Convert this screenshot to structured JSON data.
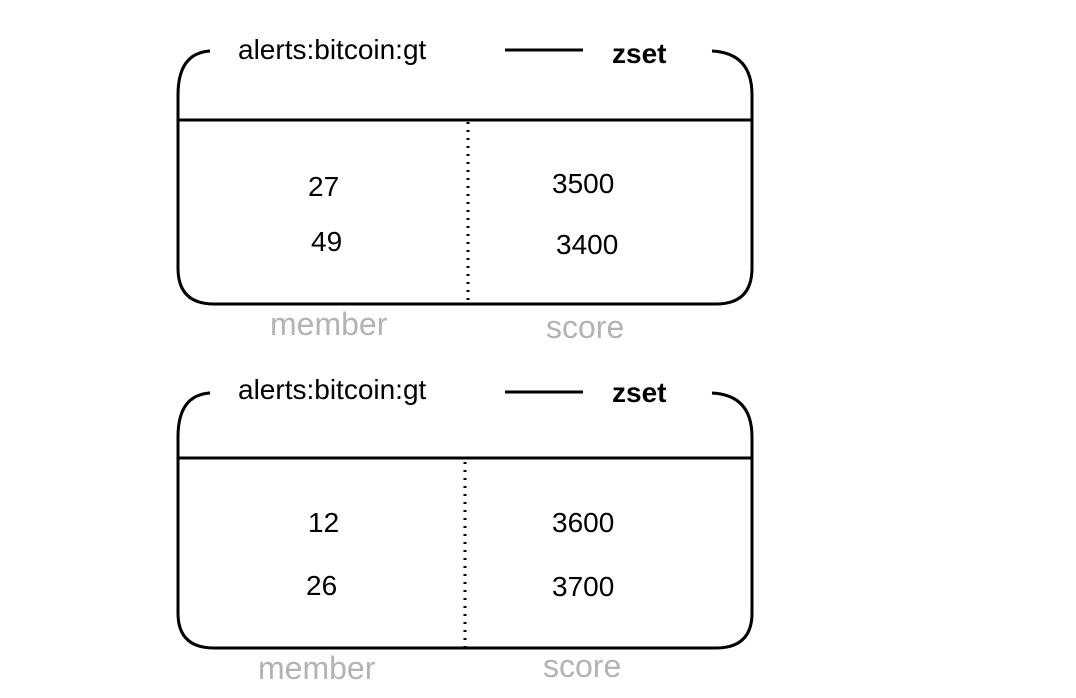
{
  "colors": {
    "stroke": "#000000",
    "caption": "#b3b3b3",
    "background": "#ffffff"
  },
  "zsets": [
    {
      "key": "alerts:bitcoin:gt",
      "type": "zset",
      "entries": [
        {
          "member": "27",
          "score": "3500"
        },
        {
          "member": "49",
          "score": "3400"
        }
      ],
      "member_caption": "member",
      "score_caption": "score"
    },
    {
      "key": "alerts:bitcoin:gt",
      "type": "zset",
      "entries": [
        {
          "member": "12",
          "score": "3600"
        },
        {
          "member": "26",
          "score": "3700"
        }
      ],
      "member_caption": "member",
      "score_caption": "score"
    }
  ]
}
